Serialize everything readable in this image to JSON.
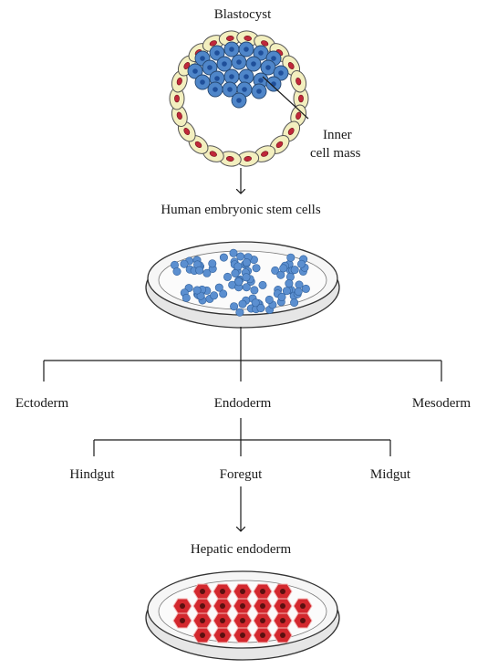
{
  "labels": {
    "blastocyst": "Blastocyst",
    "inner_cell_mass_line1": "Inner",
    "inner_cell_mass_line2": "cell mass",
    "hesc": "Human embryonic stem cells",
    "ectoderm": "Ectoderm",
    "endoderm": "Endoderm",
    "mesoderm": "Mesoderm",
    "hindgut": "Hindgut",
    "foregut": "Foregut",
    "midgut": "Midgut",
    "hepatic_endoderm": "Hepatic endoderm"
  },
  "colors": {
    "trophoblast_fill": "#f3efbf",
    "trophoblast_nucleus": "#c0283a",
    "icm_cell_fill": "#4f86c9",
    "icm_nucleus": "#1f4f9a",
    "stem_colony": "#5b8fd0",
    "dish_fill": "#f2f2f2",
    "hepatocyte_fill": "#d3282e",
    "hepatocyte_nucleus": "#5a1010",
    "line": "#1a1a1a"
  }
}
